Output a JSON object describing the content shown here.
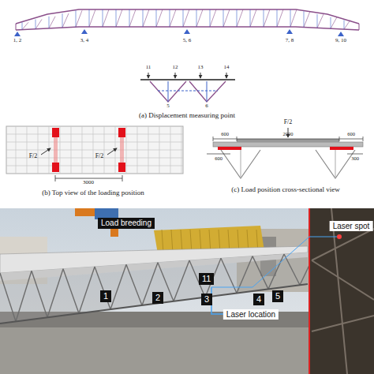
{
  "diagram": {
    "nodes": [
      {
        "text": [
          "Load breeding"
        ]
      },
      {
        "text": [
          "1"
        ]
      },
      {
        "text": [
          "2"
        ]
      },
      {
        "text": [
          "11"
        ]
      },
      {
        "text": [
          "3"
        ]
      },
      {
        "text": [
          "4"
        ]
      },
      {
        "text": [
          "5"
        ]
      }
    ],
    "labels": [
      "1, 2",
      "3, 4",
      "5, 6",
      "7, 8",
      "9, 10",
      "11",
      "12",
      "13",
      "14",
      "5",
      "6",
      "(a) Displacement measuring point",
      "F/2",
      "F/2",
      "3000",
      "(b) Top view of the loading position",
      "F/2",
      "600",
      "2000",
      "600",
      "600",
      "300",
      "(c) Load position cross-sectional view",
      "Laser location",
      "Laser spot"
    ]
  }
}
